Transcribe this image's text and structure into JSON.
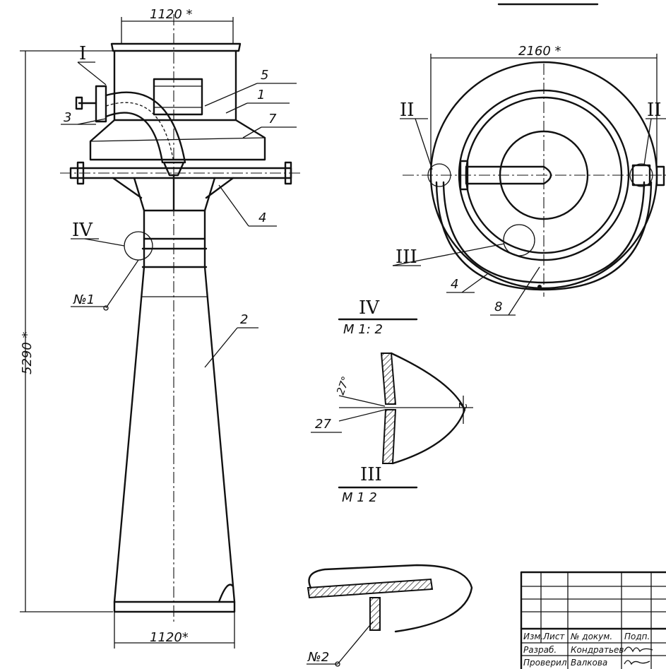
{
  "dimensions": {
    "top_width": "1120 *",
    "bottom_width": "1120*",
    "overall_height": "5290 *",
    "plan_diameter": "2160 *"
  },
  "position_labels": {
    "p1": "1",
    "p2": "2",
    "p3": "3",
    "p4_side": "4",
    "p4_plan": "4",
    "p5": "5",
    "p7": "7",
    "p8": "8"
  },
  "section_marks": {
    "detail_I": "I",
    "detail_II_left": "II",
    "detail_II_right": "II",
    "detail_III": "III",
    "detail_IV": "IV"
  },
  "weld_marks": {
    "weld_1": "№1",
    "weld_2": "№2"
  },
  "details": {
    "iv": {
      "title": "IV",
      "scale": "М 1: 2",
      "angle": "27°",
      "gap": "2",
      "weld_leg": "27"
    },
    "iii": {
      "title": "III",
      "scale": "М 1 2"
    }
  },
  "title_block": {
    "headers": [
      "Изм.",
      "Лист",
      "№ докум.",
      "Подп."
    ],
    "rows": [
      {
        "role": "Разраб.",
        "name": "Кондратьев"
      },
      {
        "role": "Проверил",
        "name": "Валкова"
      }
    ]
  }
}
